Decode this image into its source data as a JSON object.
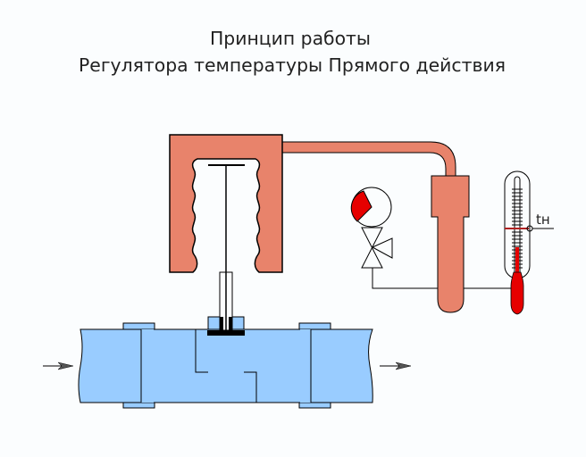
{
  "title": {
    "line1": "Принцип работы",
    "line2": "Регулятора температуры Прямого действия"
  },
  "labels": {
    "ambient_temp": "tн"
  },
  "colors": {
    "background": "#fbfdfe",
    "actuator": "#e8836b",
    "pipe": "#99ccff",
    "indicator_red": "#e60000",
    "outline": "#000000"
  },
  "icons": [
    "flow-in-arrow-icon",
    "flow-out-arrow-icon",
    "pressure-gauge-icon",
    "three-way-valve-icon",
    "thermometer-icon"
  ]
}
